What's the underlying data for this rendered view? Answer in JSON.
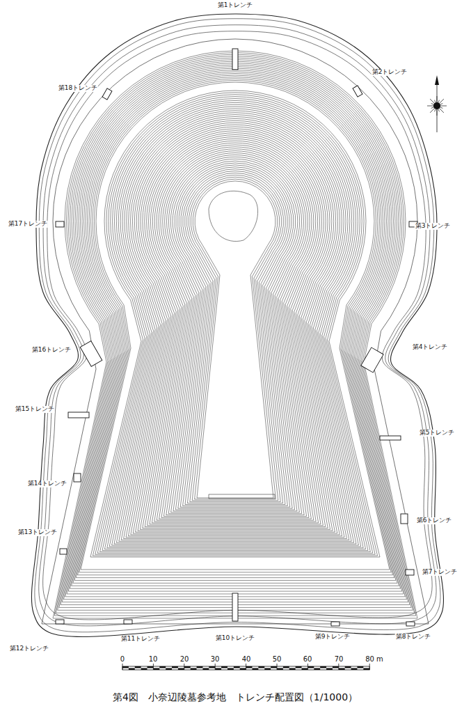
{
  "diagram": {
    "caption": "第4図　小奈辺陵墓参考地　トレンチ配置図（1/1000）",
    "labels": [
      "第1トレンチ",
      "第2トレンチ",
      "第18トレンチ",
      "第17トレンチ",
      "第3トレンチ",
      "第16トレンチ",
      "第4トレンチ",
      "第15トレンチ",
      "第5トレンチ",
      "第14トレンチ",
      "第6トレンチ",
      "第13トレンチ",
      "第7トレンチ",
      "第11トレンチ",
      "第10トレンチ",
      "第9トレンチ",
      "第8トレンチ",
      "第12トレンチ",
      "0",
      "10",
      "20",
      "30",
      "40",
      "50",
      "60",
      "70",
      "80 m"
    ]
  }
}
